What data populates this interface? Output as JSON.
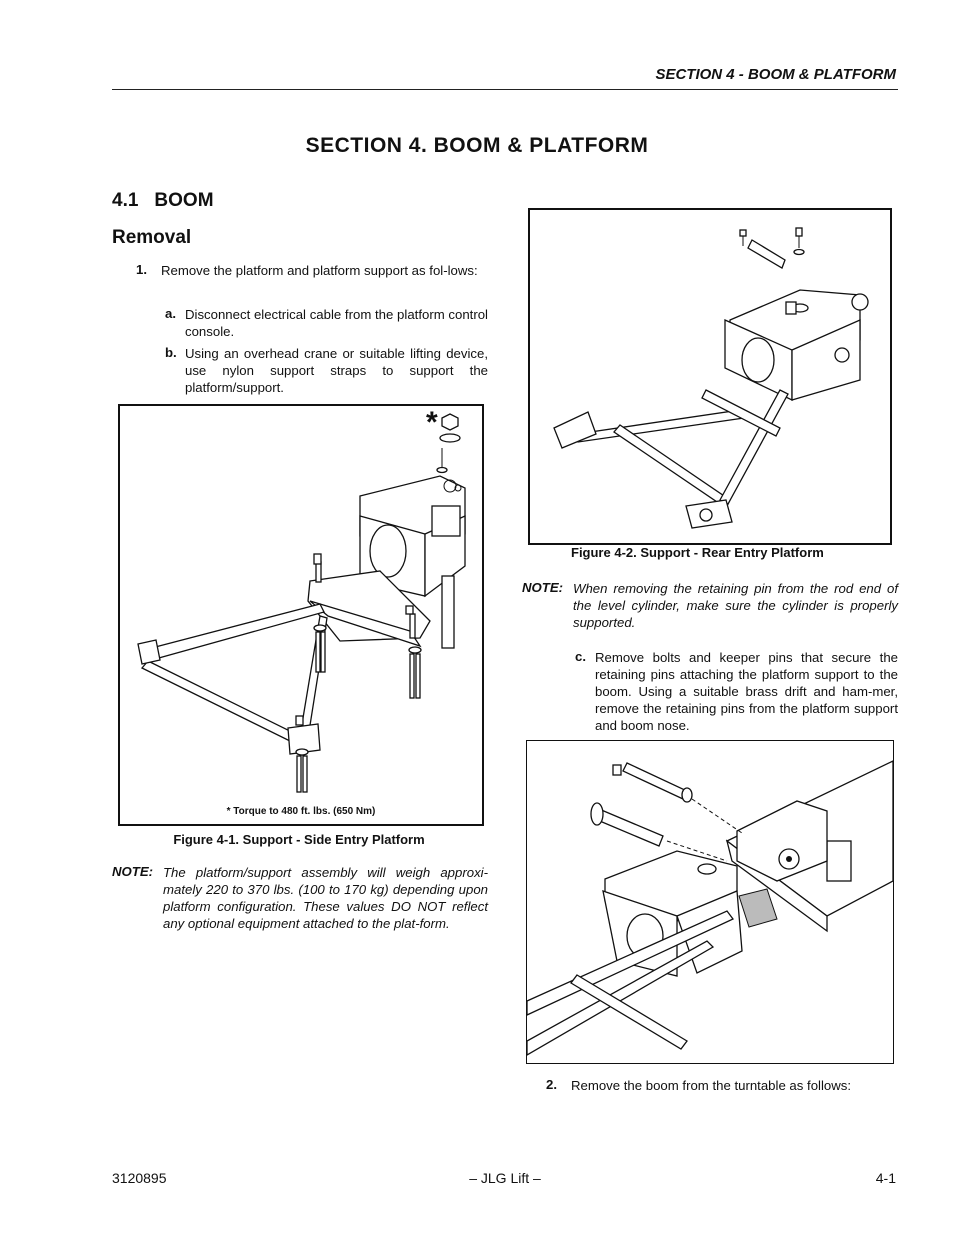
{
  "header": {
    "section": "SECTION 4 - BOOM & PLATFORM"
  },
  "title": "SECTION 4.  BOOM & PLATFORM",
  "heading_41": {
    "num": "4.1",
    "text": "BOOM"
  },
  "heading_removal": "Removal",
  "step1": {
    "num": "1.",
    "text": "Remove the platform and platform support as fol-lows:"
  },
  "step1a": {
    "num": "a.",
    "text": "Disconnect electrical cable from the platform control console."
  },
  "step1b": {
    "num": "b.",
    "text": "Using an overhead crane or suitable lifting device, use nylon support straps to support the platform/support."
  },
  "figure1": {
    "asterisk": "*",
    "torque": "* Torque to 480 ft. lbs. (650 Nm)",
    "caption": "Figure 4-1.  Support - Side Entry Platform"
  },
  "note1": {
    "label": "NOTE:",
    "text": "The platform/support assembly will weigh approxi-mately 220 to 370 lbs. (100 to 170 kg) depending upon platform configuration. These values DO NOT reflect any optional equipment attached to the plat-form."
  },
  "figure2": {
    "caption": "Figure 4-2.  Support - Rear Entry Platform"
  },
  "note2": {
    "label": "NOTE:",
    "text": "When removing the retaining pin from the rod end of the level cylinder, make sure the cylinder is properly supported."
  },
  "step1c": {
    "num": "c.",
    "text": "Remove bolts and keeper pins that secure the retaining pins attaching the platform support to the boom. Using a suitable brass drift and ham-mer, remove the retaining pins from the platform support and boom nose."
  },
  "step2": {
    "num": "2.",
    "text": "Remove the boom from the turntable as follows:"
  },
  "footer": {
    "doc": "3120895",
    "center": "– JLG Lift –",
    "page": "4-1"
  }
}
